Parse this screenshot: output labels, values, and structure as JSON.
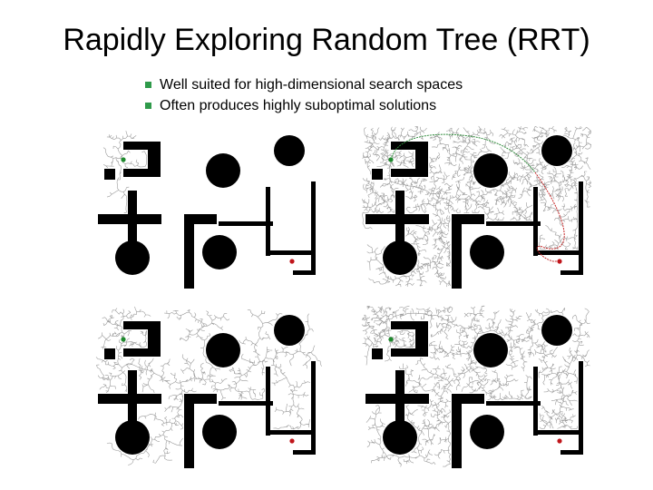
{
  "slide": {
    "title": "Rapidly Exploring Random Tree (RRT)",
    "bullets": [
      "Well suited for high-dimensional search spaces",
      "Often produces highly suboptimal solutions"
    ]
  },
  "colors": {
    "bullet_marker": "#2f9a4a",
    "obstacle": "#000000",
    "tree": "#9a9a9a",
    "start_point": "#1f8a2e",
    "goal_point": "#c0151b",
    "path_start_segment": "#2e8b3a",
    "path_end_segment": "#c62828"
  },
  "panels": [
    {
      "name": "rrt-sparse-tree",
      "tree_density": 0.08,
      "show_path": false
    },
    {
      "name": "rrt-full-tree-with-path",
      "tree_density": 1.0,
      "show_path": true
    },
    {
      "name": "rrt-partial-tree",
      "tree_density": 0.45,
      "show_path": false
    },
    {
      "name": "rrt-dense-tree",
      "tree_density": 0.8,
      "show_path": false
    }
  ]
}
